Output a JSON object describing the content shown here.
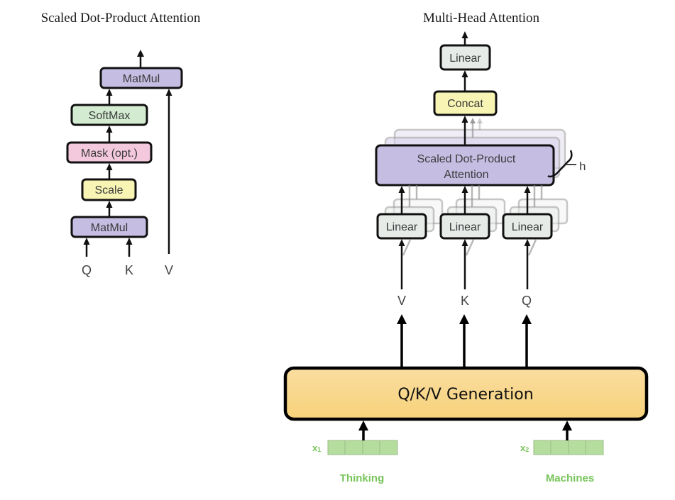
{
  "left_diagram": {
    "title": "Scaled Dot-Product Attention",
    "blocks": {
      "matmul_top": "MatMul",
      "softmax": "SoftMax",
      "mask": "Mask (opt.)",
      "scale": "Scale",
      "matmul_bottom": "MatMul"
    },
    "inputs": {
      "q": "Q",
      "k": "K",
      "v": "V"
    }
  },
  "right_diagram": {
    "title": "Multi-Head Attention",
    "blocks": {
      "linear_out": "Linear",
      "concat": "Concat",
      "sdpa_line1": "Scaled Dot-Product",
      "sdpa_line2": "Attention",
      "linear_v": "Linear",
      "linear_k": "Linear",
      "linear_q": "Linear"
    },
    "heads_label": "h",
    "inputs": {
      "v": "V",
      "k": "K",
      "q": "Q"
    }
  },
  "generation": {
    "label": "Q/K/V Generation",
    "tokens": [
      {
        "symbol": "x",
        "subscript": "1",
        "word": "Thinking"
      },
      {
        "symbol": "x",
        "subscript": "2",
        "word": "Machines"
      }
    ]
  },
  "colors": {
    "matmul": "#c6bde3",
    "softmax": "#d3ecd1",
    "mask": "#f5c9dd",
    "scale": "#f7f4b4",
    "linear": "#e6ebe8",
    "concat": "#f7f4b4",
    "sdpa": "#c6bde3",
    "generation_top": "#fadda0",
    "generation_bottom": "#f7d27a",
    "embedding": "#b5dd9e",
    "word": "#77c45a"
  }
}
